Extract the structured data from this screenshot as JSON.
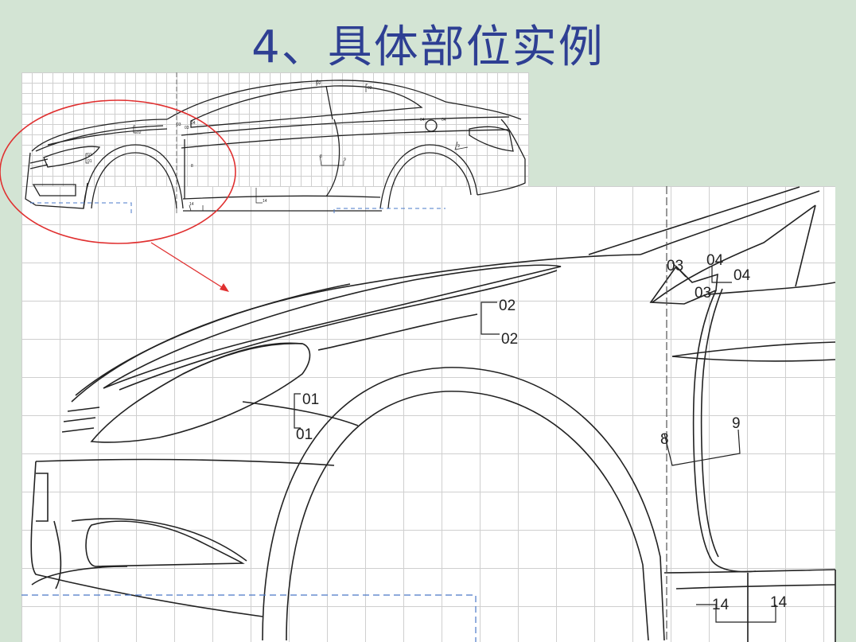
{
  "title": "4、具体部位实例",
  "overview_labels": [
    "02",
    "03",
    "04",
    "03",
    "01",
    "01",
    "02",
    "02",
    "04",
    "04",
    "8",
    "8",
    "9",
    "9",
    "14",
    "14"
  ],
  "detail_labels": {
    "l02a": "02",
    "l02b": "02",
    "l01a": "01",
    "l01b": "01",
    "l03a": "03",
    "l03b": "03",
    "l04a": "04",
    "l04b": "04",
    "l8": "8",
    "l9": "9",
    "l14a": "14",
    "l14b": "14"
  },
  "colors": {
    "background": "#d3e4d4",
    "title": "#2e3f93",
    "callout": "#e03030",
    "dash": "#4a78c8"
  }
}
